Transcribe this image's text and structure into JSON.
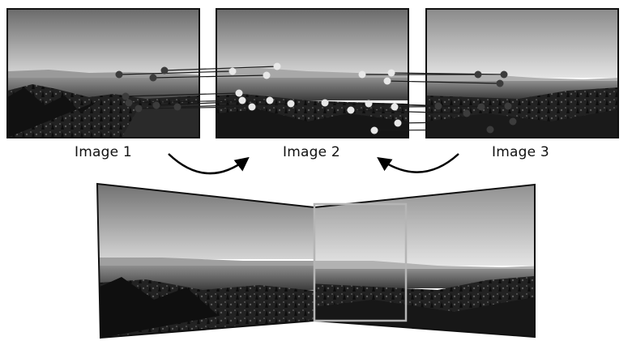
{
  "captions": {
    "image1": "Image 1",
    "image2": "Image 2",
    "image3": "Image 3"
  },
  "colors": {
    "sky_top": "#6e6e6e",
    "sky_bottom": "#d9d9d9",
    "water": "#4a4a4a",
    "forest": "#1c1c1c",
    "frame": "#111111",
    "overlap_frame": "#b5b5b5",
    "point_dark": "#3a3a3a",
    "point_light": "#e6e6e6"
  }
}
